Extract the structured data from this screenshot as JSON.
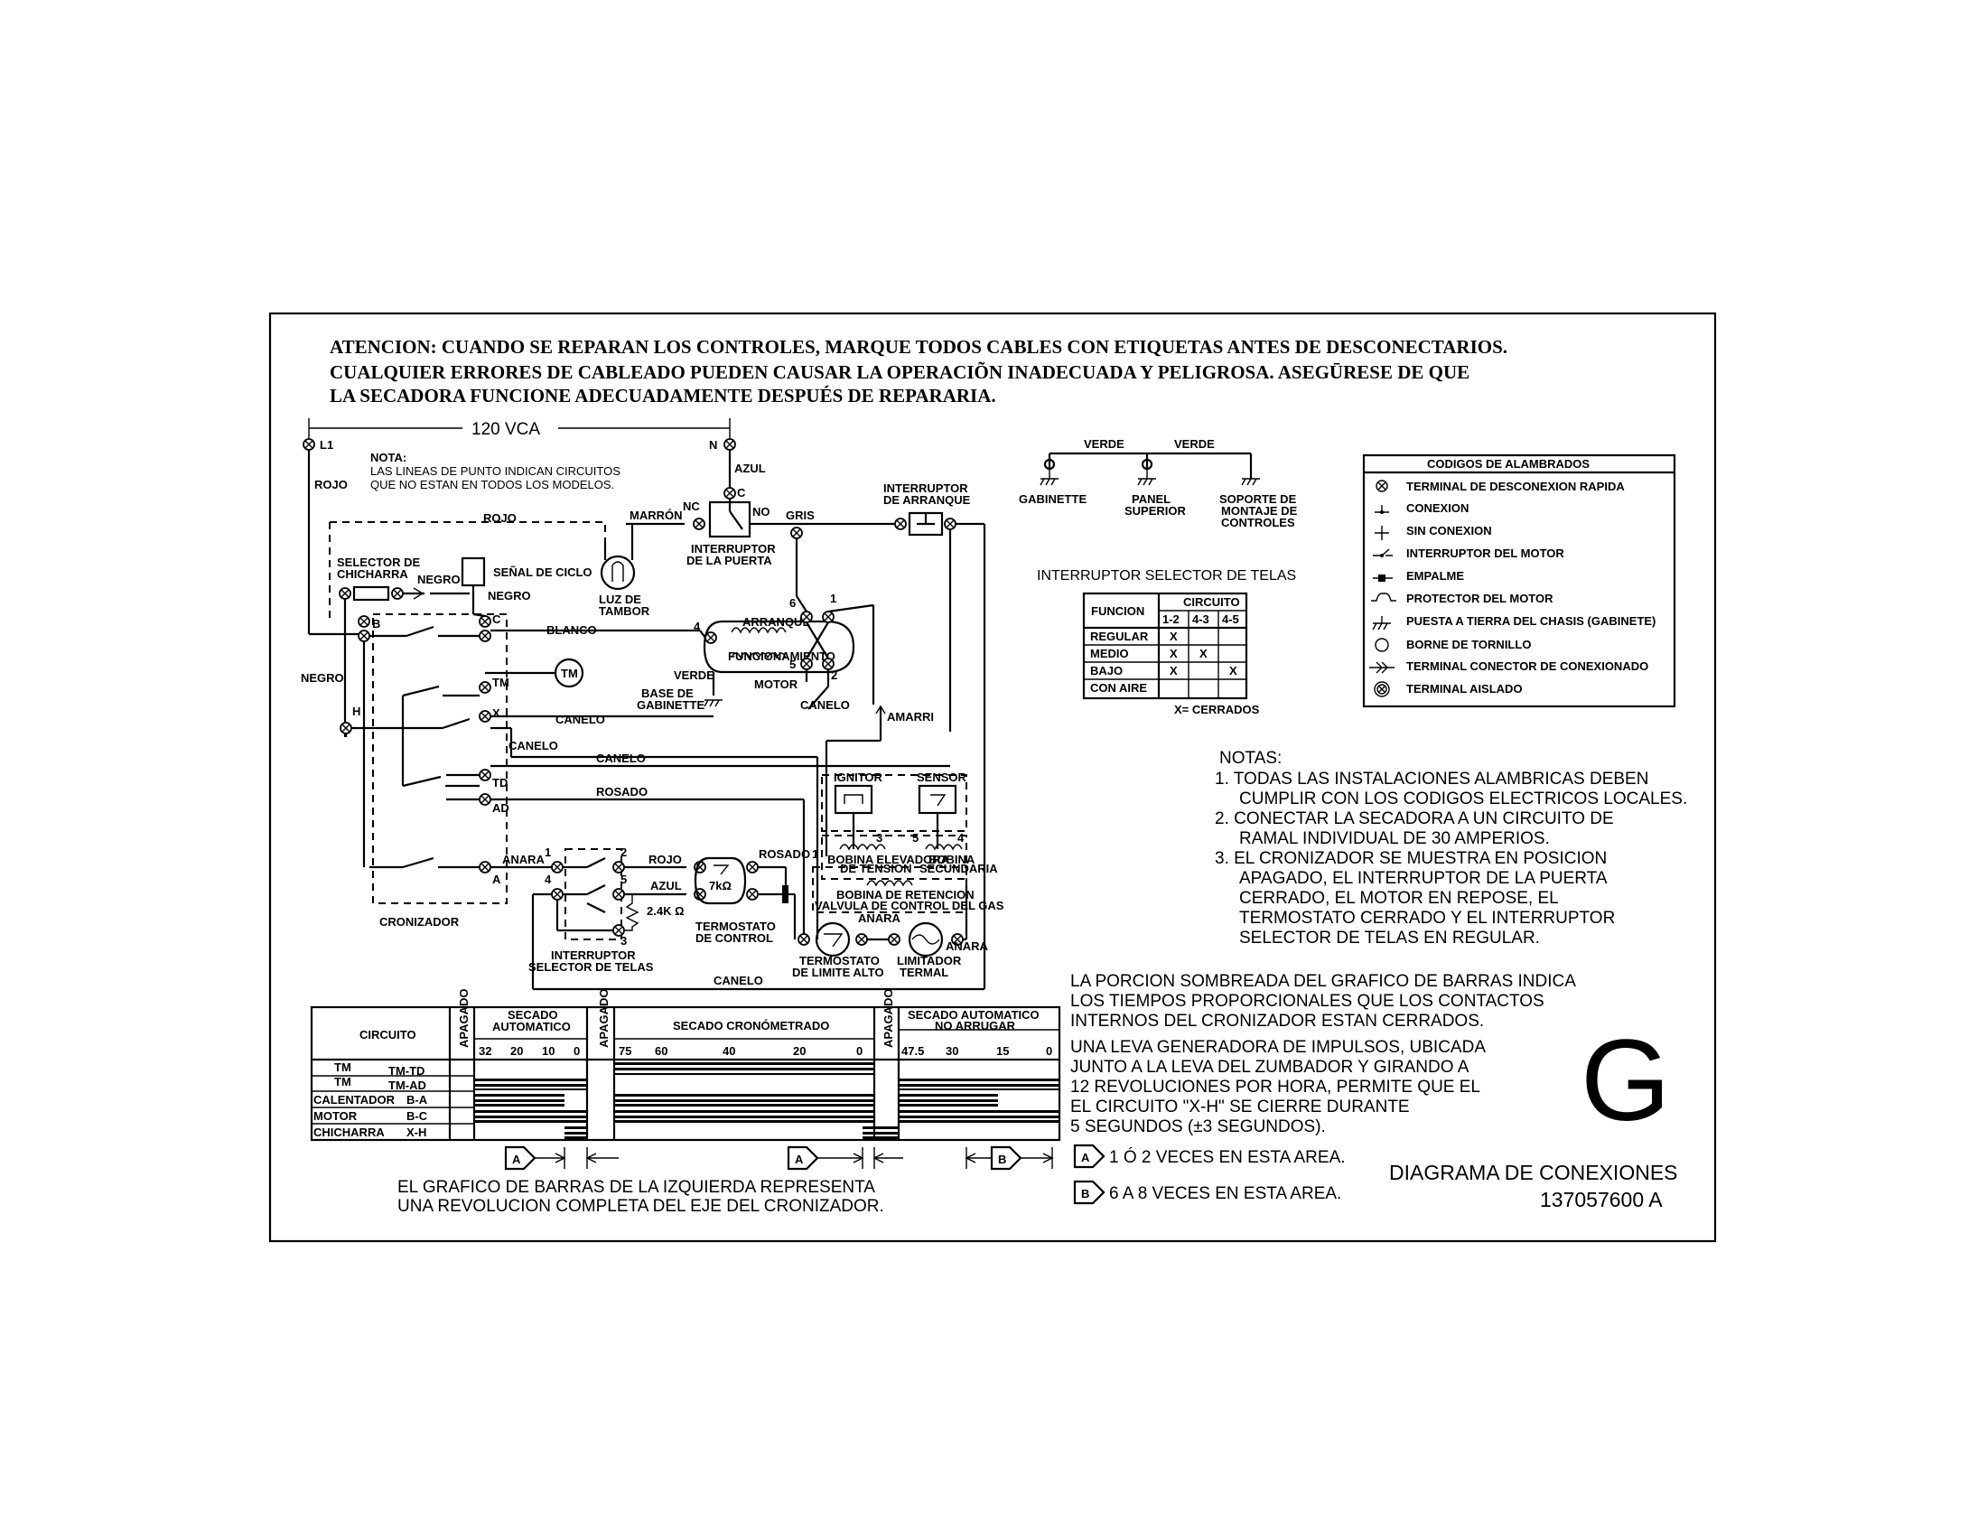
{
  "warning": {
    "line1": "ATENCION: CUANDO SE REPARAN LOS CONTROLES, MARQUE TODOS CABLES CON ETIQUETAS ANTES DE DESCONECTARIOS.",
    "line2": "CUALQUIER ERRORES DE CABLEADO PUEDEN CAUSAR LA OPERACIÕN INADECUADA Y PELIGROSA. ASEGŪRESE DE QUE",
    "line3": "LA SECADORA FUNCIONE ADECUADAMENTE DESPUÉS DE REPARARIA."
  },
  "schematic": {
    "voltage": "120 VCA",
    "l1": "L1",
    "n": "N",
    "nota_title": "NOTA:",
    "nota_1": "LAS LINEAS DE PUNTO INDICAN CIRCUITOS",
    "nota_2": "QUE NO ESTAN EN TODOS LOS MODELOS.",
    "rojo": "ROJO",
    "rojo_dashed": "ROJO",
    "azul": "AZUL",
    "marron": "MARRÓN",
    "nc": "NC",
    "no": "NO",
    "c_door": "C",
    "gris": "GRIS",
    "int_arranque_1": "INTERRUPTOR",
    "int_arranque_2": "DE ARRANQUE",
    "int_puerta_1": "INTERRUPTOR",
    "int_puerta_2": "DE LA PUERTA",
    "selector_chicharra_1": "SELECTOR DE",
    "selector_chicharra_2": "CHICHARRA",
    "negro_a": "NEGRO",
    "negro_b": "NEGRO",
    "negro_c": "NEGRO",
    "senal_ciclo": "SEÑAL DE CICLO",
    "luz_1": "LUZ DE",
    "luz_2": "TAMBOR",
    "b": "B",
    "c": "C",
    "h": "H",
    "blanco": "BLANCO",
    "tm": "TM",
    "tm_motor": "TM",
    "x": "X",
    "td": "TD",
    "ad": "AD",
    "a": "A",
    "canelo_1": "CANELO",
    "canelo_2": "CANELO",
    "canelo_3": "CANELO",
    "canelo_4": "CANELO",
    "canelo_5": "CANELO",
    "rosado_1": "ROSADO",
    "rosado_2": "ROSADO",
    "anara_1": "ANARA",
    "anara_2": "ANARA",
    "anara_3": "ANARA",
    "amarri": "AMARRI",
    "rojo_b": "ROJO",
    "azul_b": "AZUL",
    "arranque": "ARRANQUE",
    "funcionamiento": "FUNCIONAMIENTO",
    "verde": "VERDE",
    "base_1": "BASE DE",
    "base_2": "GABINETTE",
    "motor": "MOTOR",
    "n6": "6",
    "n1": "1",
    "n4": "4",
    "n5": "5",
    "n2": "2",
    "ignitor": "IGNITOR",
    "sensor": "SENSOR",
    "bobina_elev_1": "BOBINA ELEVADORA",
    "bobina_elev_2": "DE TENSION",
    "bobina_sec_1": "BOBINA",
    "bobina_sec_2": "SECUNDARIA",
    "bobina_ret": "BOBINA DE RETENCION",
    "valvula": "VALVULA DE CONTROL DEL GAS",
    "gn1": "1",
    "gn3": "3",
    "gn5": "5",
    "gn4": "4",
    "r7k": "7kΩ",
    "r24k": "2.4K Ω",
    "termostato_control_1": "TERMOSTATO",
    "termostato_control_2": "DE CONTROL",
    "termostato_limite_1": "TERMOSTATO",
    "termostato_limite_2": "DE LIMITE ALTO",
    "limitador_1": "LIMITADOR",
    "limitador_2": "TERMAL",
    "int_selector_1": "INTERRUPTOR",
    "int_selector_2": "SELECTOR DE TELAS",
    "cronizador": "CRONIZADOR",
    "s1": "1",
    "s2": "2",
    "s4": "4",
    "s5": "5",
    "s3": "3"
  },
  "grounds": {
    "verde_1": "VERDE",
    "verde_2": "VERDE",
    "gabinette": "GABINETTE",
    "panel_1": "PANEL",
    "panel_2": "SUPERIOR",
    "soporte_1": "SOPORTE DE",
    "soporte_2": "MONTAJE DE",
    "soporte_3": "CONTROLES"
  },
  "fabric_selector": {
    "title": "INTERRUPTOR SELECTOR DE TELAS",
    "col_funcion": "FUNCION",
    "col_circuito": "CIRCUITO",
    "sub_cols": [
      "1-2",
      "4-3",
      "4-5"
    ],
    "rows": [
      {
        "name": "REGULAR",
        "c1": "X",
        "c2": "",
        "c3": ""
      },
      {
        "name": "MEDIO",
        "c1": "X",
        "c2": "X",
        "c3": ""
      },
      {
        "name": "BAJO",
        "c1": "X",
        "c2": "",
        "c3": "X"
      },
      {
        "name": "CON AIRE",
        "c1": "",
        "c2": "",
        "c3": ""
      }
    ],
    "footnote": "X= CERRADOS"
  },
  "legend": {
    "title": "CODIGOS DE ALAMBRADOS",
    "items": [
      {
        "icon": "quick-disconnect-icon",
        "label": "TERMINAL DE DESCONEXION RAPIDA"
      },
      {
        "icon": "connection-icon",
        "label": "CONEXION"
      },
      {
        "icon": "no-connection-icon",
        "label": "SIN CONEXION"
      },
      {
        "icon": "motor-switch-icon",
        "label": "INTERRUPTOR DEL MOTOR"
      },
      {
        "icon": "splice-icon",
        "label": "EMPALME"
      },
      {
        "icon": "motor-protector-icon",
        "label": "PROTECTOR DEL MOTOR"
      },
      {
        "icon": "chassis-ground-icon",
        "label": "PUESTA A TIERRA DEL CHASIS (GABINETE)"
      },
      {
        "icon": "screw-terminal-icon",
        "label": "BORNE DE TORNILLO"
      },
      {
        "icon": "harness-connector-icon",
        "label": "TERMINAL CONECTOR DE CONEXIONADO"
      },
      {
        "icon": "insulated-terminal-icon",
        "label": "TERMINAL AISLADO"
      }
    ]
  },
  "notes": {
    "title": "NOTAS:",
    "lines": [
      "1. TODAS LAS INSTALACIONES ALAMBRICAS DEBEN",
      "CUMPLIR CON LOS CODIGOS ELECTRICOS LOCALES.",
      "2. CONECTAR LA SECADORA A UN CIRCUITO DE",
      "RAMAL INDIVIDUAL DE 30 AMPERIOS.",
      "3. EL CRONIZADOR SE MUESTRA EN POSICION",
      "APAGADO, EL INTERRUPTOR DE LA PUERTA",
      "CERRADO, EL MOTOR EN REPOSE, EL",
      "TERMOSTATO CERRADO Y EL INTERRUPTOR",
      "SELECTOR DE TELAS EN REGULAR."
    ]
  },
  "explanation": {
    "p1": [
      "LA PORCION SOMBREADA DEL GRAFICO DE BARRAS INDICA",
      "LOS TIEMPOS PROPORCIONALES QUE LOS CONTACTOS",
      "INTERNOS DEL CRONIZADOR ESTAN CERRADOS."
    ],
    "p2": [
      "UNA LEVA GENERADORA DE IMPULSOS, UBICADA",
      "JUNTO A LA LEVA DEL ZUMBADOR Y GIRANDO A",
      "12 REVOLUCIONES POR HORA, PERMITE QUE EL",
      "EL CIRCUITO \"X-H\" SE CIERRE DURANTE",
      "5 SEGUNDOS (±3 SEGUNDOS)."
    ],
    "a_mark": "A",
    "b_mark": "B",
    "a_text": "1 Ó 2 VECES EN ESTA AREA.",
    "b_text": "6 A 8 VECES EN ESTA AREA."
  },
  "bar_chart": {
    "circuito": "CIRCUITO",
    "apagado": "APAGADO",
    "secado_auto_1": "SECADO",
    "secado_auto_2": "AUTOMATICO",
    "secado_crono": "SECADO CRONÓMETRADO",
    "secado_nor_1": "SECADO AUTOMATICO",
    "secado_nor_2": "NO ARRUGAR",
    "ticks_auto": [
      "32",
      "20",
      "10",
      "0"
    ],
    "ticks_crono": [
      "75",
      "60",
      "40",
      "20",
      "0"
    ],
    "ticks_nor": [
      "47.5",
      "30",
      "15",
      "0"
    ],
    "rows": [
      {
        "a": "TM",
        "b": "TM-TD"
      },
      {
        "a": "TM",
        "b": "TM-AD"
      },
      {
        "a": "CALENTADOR",
        "b": "B-A"
      },
      {
        "a": "MOTOR",
        "b": "B-C"
      },
      {
        "a": "CHICHARRA",
        "b": "X-H"
      }
    ],
    "caption_1": "EL GRAFICO DE BARRAS DE LA IZQUIERDA REPRESENTA",
    "caption_2": "UNA REVOLUCION COMPLETA DEL EJE DEL CRONIZADOR."
  },
  "title_block": {
    "letter": "G",
    "title": "DIAGRAMA DE CONEXIONES",
    "number": "137057600 A"
  }
}
